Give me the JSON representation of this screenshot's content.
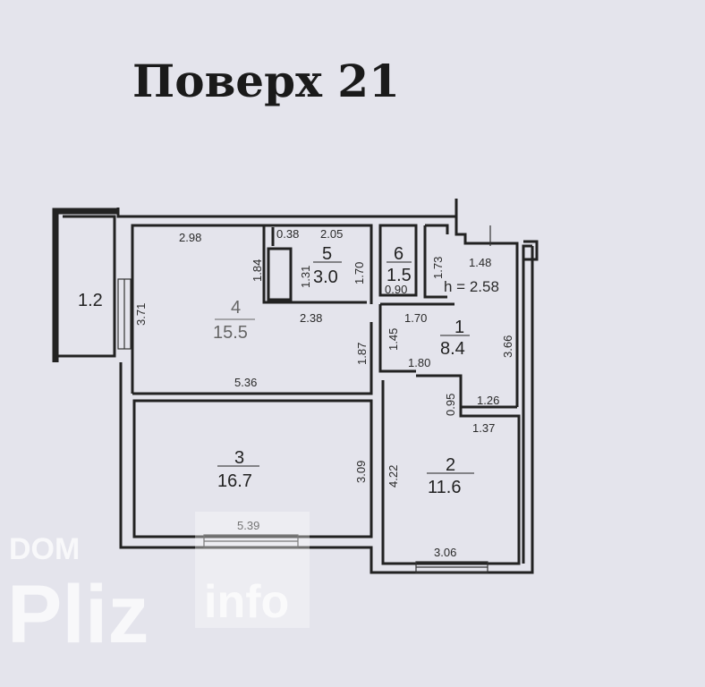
{
  "title": "Поверх 21",
  "ceiling_height": "h = 2.58",
  "rooms": [
    {
      "number": "1",
      "area": "8.4"
    },
    {
      "number": "2",
      "area": "11.6"
    },
    {
      "number": "3",
      "area": "16.7"
    },
    {
      "number": "4",
      "area": "15.5"
    },
    {
      "number": "5",
      "area": "3.0"
    },
    {
      "number": "6",
      "area": "1.5"
    }
  ],
  "balcony_area": "1.2",
  "dimensions": {
    "d298": "2.98",
    "d038": "0.38",
    "d205": "2.05",
    "d184": "1.84",
    "d131": "1.31",
    "d170a": "1.70",
    "d238": "2.38",
    "d371": "3.71",
    "d187": "1.87",
    "d536": "5.36",
    "d090": "0.90",
    "d173": "1.73",
    "d148": "1.48",
    "d170b": "1.70",
    "d145": "1.45",
    "d366": "3.66",
    "d180": "1.80",
    "d095": "0.95",
    "d126": "1.26",
    "d137": "1.37",
    "d309": "3.09",
    "d422": "4.22",
    "d539": "5.39",
    "d306": "3.06"
  },
  "watermark": {
    "line1": "DOM",
    "brand": "Pliz",
    "suffix": "info"
  }
}
